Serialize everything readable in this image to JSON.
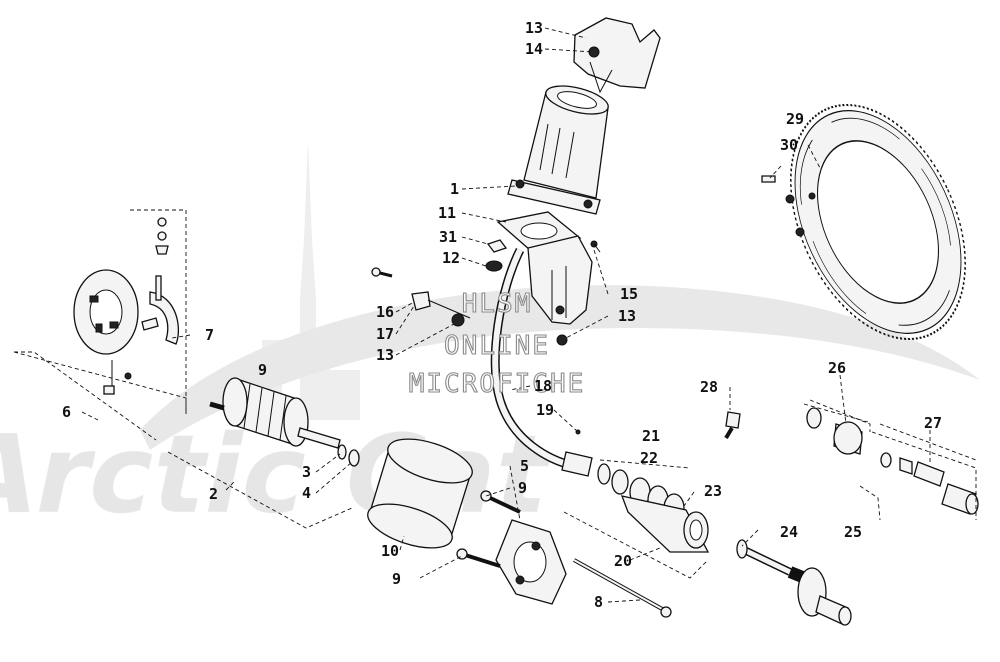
{
  "watermark": {
    "lines": [
      "HLSM",
      "ONLINE",
      "MICROFICHE"
    ],
    "brand": "Arctic Cat"
  },
  "callouts": [
    "1",
    "2",
    "3",
    "4",
    "5",
    "6",
    "7",
    "8",
    "9",
    "9",
    "9",
    "10",
    "11",
    "12",
    "13",
    "13",
    "13",
    "14",
    "15",
    "16",
    "17",
    "18",
    "19",
    "20",
    "21",
    "22",
    "23",
    "24",
    "25",
    "26",
    "27",
    "28",
    "29",
    "30",
    "31"
  ]
}
